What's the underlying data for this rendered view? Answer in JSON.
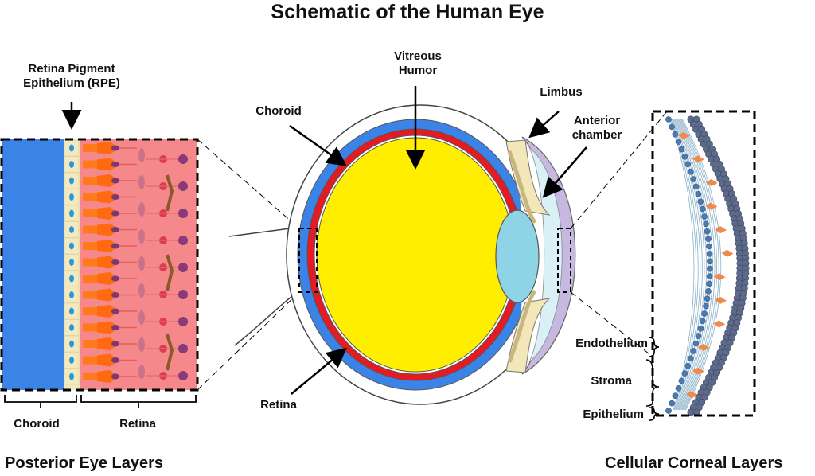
{
  "title": "Schematic of the Human Eye",
  "labels": {
    "rpe_line1": "Retina  Pigment",
    "rpe_line2": "Epithelium (RPE)",
    "vitreous_line1": "Vitreous",
    "vitreous_line2": "Humor",
    "choroid_eye": "Choroid",
    "limbus": "Limbus",
    "anterior_line1": "Anterior",
    "anterior_line2": "chamber",
    "retina_eye": "Retina",
    "choroid_bracket": "Choroid",
    "retina_bracket": "Retina",
    "endothelium": "Endothelium",
    "stroma": "Stroma",
    "epithelium": "Epithelium"
  },
  "footers": {
    "posterior": "Posterior Eye Layers",
    "corneal": "Cellular Corneal Layers"
  },
  "colors": {
    "choroid": "#3b83e6",
    "retina_band": "#e51b23",
    "retina_layer": "#f4888a",
    "vitreous": "#ffee00",
    "lens": "#8fd3e6",
    "sclera": "#ffffff",
    "ciliary": "#f3e6b8",
    "cornea": "#c7b8e0",
    "rpe": "#f2e9c0"
  }
}
